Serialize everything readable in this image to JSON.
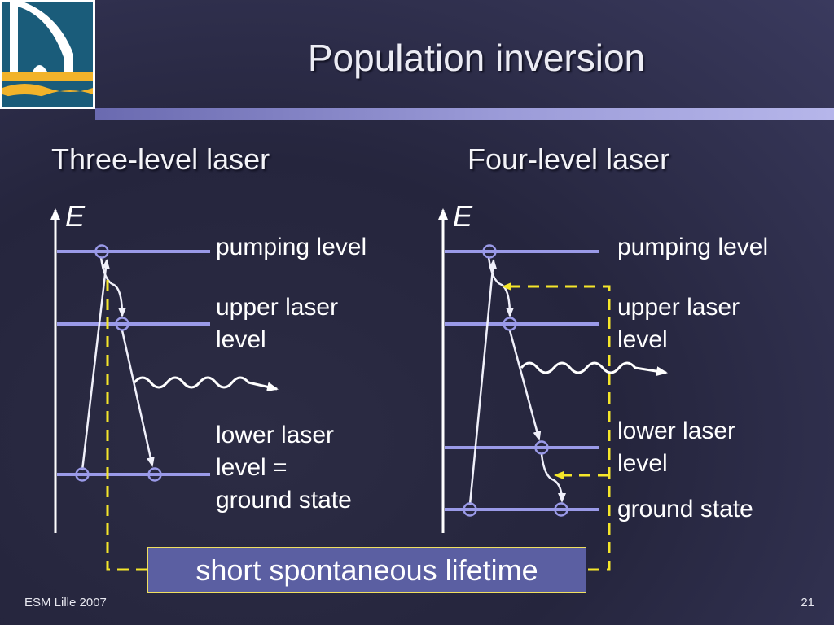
{
  "slide": {
    "title": "Population inversion",
    "footer_left": "ESM Lille 2007",
    "page_number": "21"
  },
  "three_level": {
    "heading": "Three-level laser",
    "axis_label": "E",
    "pumping_level": "pumping level",
    "upper_level": "upper laser\nlevel",
    "lower_level": "lower laser\nlevel =\nground state"
  },
  "four_level": {
    "heading": "Four-level laser",
    "axis_label": "E",
    "pumping_level": "pumping level",
    "upper_level": "upper laser\nlevel",
    "lower_level": "lower laser\nlevel",
    "ground_state": "ground state"
  },
  "callout": {
    "text": "short spontaneous lifetime"
  },
  "colors": {
    "level_line": "#9a9ae8",
    "arrow": "#f0f0fa",
    "dashed": "#f5e62a",
    "callout_bg": "#5b5fa2",
    "logo_blue": "#1a5c7a",
    "logo_yellow": "#f2b32a"
  }
}
